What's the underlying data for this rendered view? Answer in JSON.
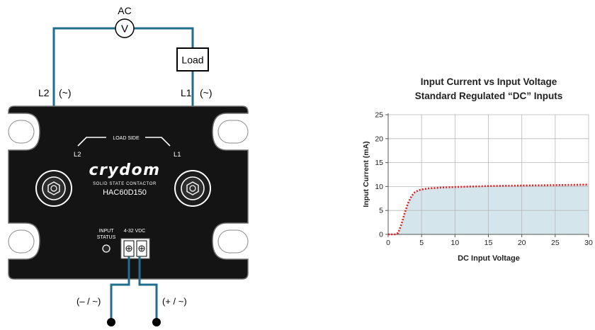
{
  "wiring": {
    "ac_label": "AC",
    "meter_symbol": "V",
    "load_label": "Load",
    "l2_label": "L2",
    "l1_label": "L1",
    "tilde_left": "(~)",
    "tilde_right": "(~)",
    "neg_label": "(– / ~)",
    "pos_label": "(+ / ~)"
  },
  "device": {
    "load_side_label": "LOAD SIDE",
    "inner_l2": "L2",
    "inner_l1": "L1",
    "brand": "crydom",
    "subtitle": "SOLID STATE CONTACTOR",
    "model": "HAC60D150",
    "input_status_line1": "INPUT",
    "input_status_line2": "STATUS",
    "voltage_label": "4-32 VDC"
  },
  "colors": {
    "wire": "#1f6f8b",
    "curve": "#e02020",
    "fill": "#d5e5ec",
    "grid": "#b7b7b7"
  },
  "chart_data": {
    "type": "line",
    "title": "Input Current vs Input Voltage",
    "subtitle": "Standard Regulated “DC” Inputs",
    "xlabel": "DC Input Voltage",
    "ylabel": "Input Current (mA)",
    "xlim": [
      0,
      30
    ],
    "ylim": [
      0,
      25
    ],
    "xticks": [
      0,
      5,
      10,
      15,
      20,
      25,
      30
    ],
    "yticks": [
      0,
      5,
      10,
      15,
      20,
      25
    ],
    "grid": true,
    "series": [
      {
        "style": "dotted",
        "filled": true,
        "x": [
          0,
          1,
          1.5,
          2,
          2.5,
          3,
          3.5,
          4,
          4.5,
          5,
          6,
          8,
          10,
          15,
          20,
          25,
          30
        ],
        "y": [
          0,
          0,
          0.3,
          2.2,
          4.6,
          6.6,
          8.0,
          8.8,
          9.2,
          9.4,
          9.6,
          9.8,
          9.9,
          10.1,
          10.2,
          10.3,
          10.4
        ]
      }
    ]
  }
}
